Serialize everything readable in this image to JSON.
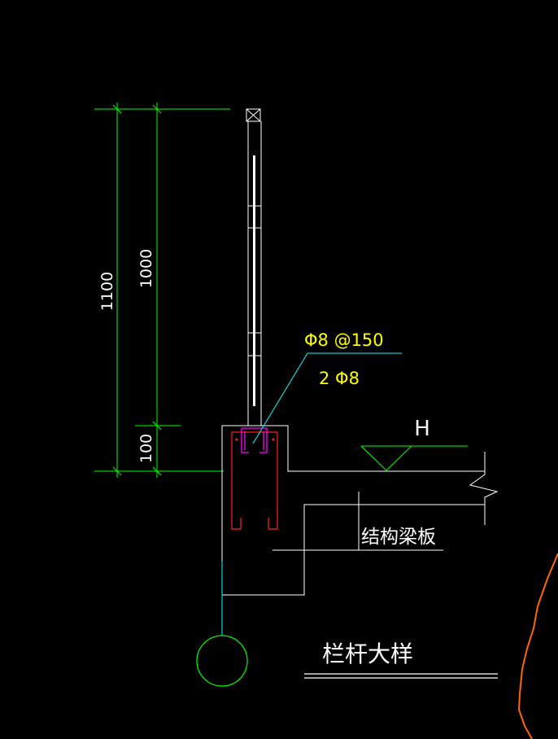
{
  "drawing": {
    "title": "栏杆大样",
    "dimensions": {
      "overall_height": "1100",
      "rail_height": "1000",
      "curb_height": "100"
    },
    "rebar": {
      "stirrup_spec": "Φ8 @150",
      "longitudinal_bars": "2 Φ8"
    },
    "labels": {
      "slab": "结构梁板",
      "level_mark": "H"
    },
    "colors": {
      "background": "#000000",
      "dimension": "#00ff00",
      "outline": "#ffffff",
      "rebar": "#ff2020",
      "stirrup": "#ff00ff",
      "leader": "#00ffff",
      "annotation": "#ffff00",
      "boundary": "#ff6600"
    }
  }
}
